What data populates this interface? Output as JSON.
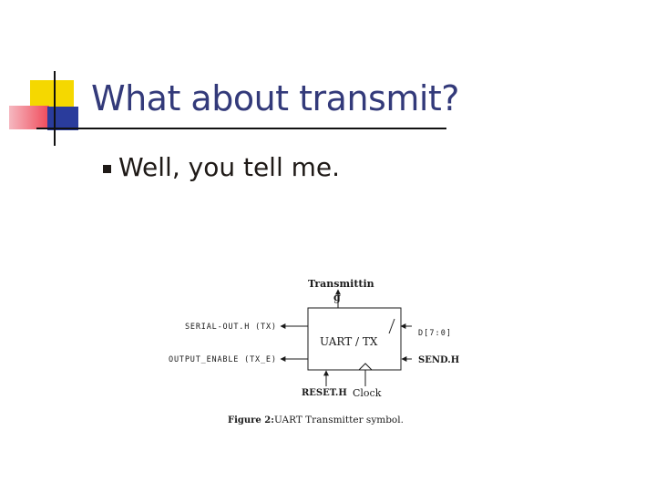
{
  "slide": {
    "title": "What about transmit?",
    "bullets": [
      {
        "text": "Well, you tell me."
      }
    ]
  },
  "diagram": {
    "block_label": "UART / TX",
    "top_label_line1": "Transmittin",
    "top_label_line2": "g",
    "left_inputs": [
      {
        "label": "SERIAL-OUT.H (TX)"
      },
      {
        "label": "OUTPUT_ENABLE (TX_E)"
      }
    ],
    "right_inputs": [
      {
        "label": "D[7:0]"
      },
      {
        "label": "SEND.H"
      }
    ],
    "bottom_inputs": [
      {
        "label": "RESET.H"
      },
      {
        "label": "Clock"
      }
    ],
    "caption_prefix": "Figure 2:",
    "caption_text": "UART Transmitter symbol."
  },
  "colors": {
    "title": "#333a7a",
    "accent_yellow": "#f5d800",
    "accent_red": "#f04a5a",
    "accent_blue": "#2a3c9c"
  }
}
